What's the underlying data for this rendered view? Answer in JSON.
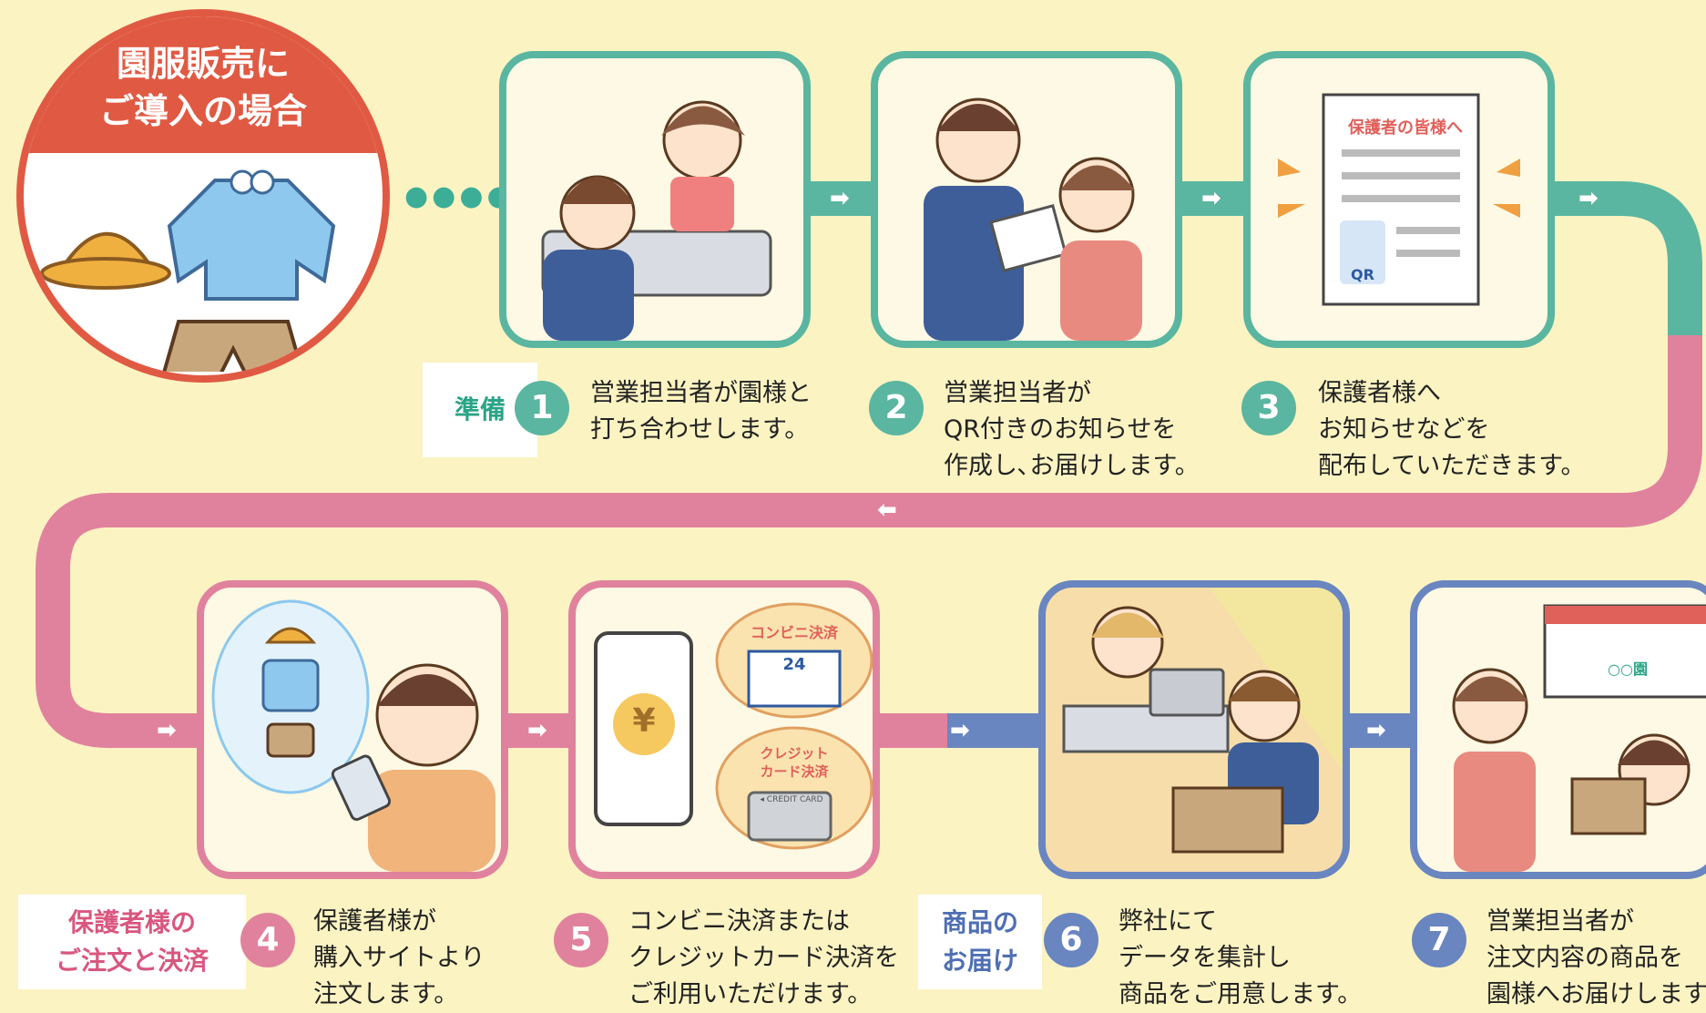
{
  "header": {
    "title": "園服販売に\nご導入の場合"
  },
  "colors": {
    "teal": "#5ab6a0",
    "pink": "#e0829e",
    "blue": "#6a86c0",
    "red": "#e05a43",
    "background": "#fbf3c2"
  },
  "phases": {
    "prep": "準備",
    "order": "保護者様の\nご注文と決済",
    "delivery": "商品の\nお届け"
  },
  "steps": [
    {
      "num": "1",
      "text": "営業担当者が園様と\n打ち合わせします。"
    },
    {
      "num": "2",
      "text": "営業担当者が\nQR付きのお知らせを\n作成し､お届けします。"
    },
    {
      "num": "3",
      "text": "保護者様へ\nお知らせなどを\n配布していただきます。"
    },
    {
      "num": "4",
      "text": "保護者様が\n購入サイトより\n注文します。"
    },
    {
      "num": "5",
      "text": "コンビニ決済または\nクレジットカード決済を\nご利用いただけます。"
    },
    {
      "num": "6",
      "text": "弊社にて\nデータを集計し\n商品をご用意します。"
    },
    {
      "num": "7",
      "text": "営業担当者が\n注文内容の商品を\n園様へお届けします。"
    }
  ],
  "illustrations": {
    "notice_title": "保護者の皆様へ",
    "qr_label": "QR",
    "conbini_bubble": "コンビニ決済",
    "store_number": "24",
    "credit_bubble": "クレジット\nカード決済",
    "card_text": "◂ CREDIT CARD",
    "yen": "¥",
    "kindergarten_sign": "○○園"
  },
  "icons": [
    "arrow-right-icon",
    "arrow-left-icon",
    "hat-icon",
    "smock-icon",
    "shorts-icon",
    "phone-icon",
    "qr-icon",
    "store-icon",
    "credit-card-icon",
    "box-icon",
    "laptop-icon"
  ]
}
